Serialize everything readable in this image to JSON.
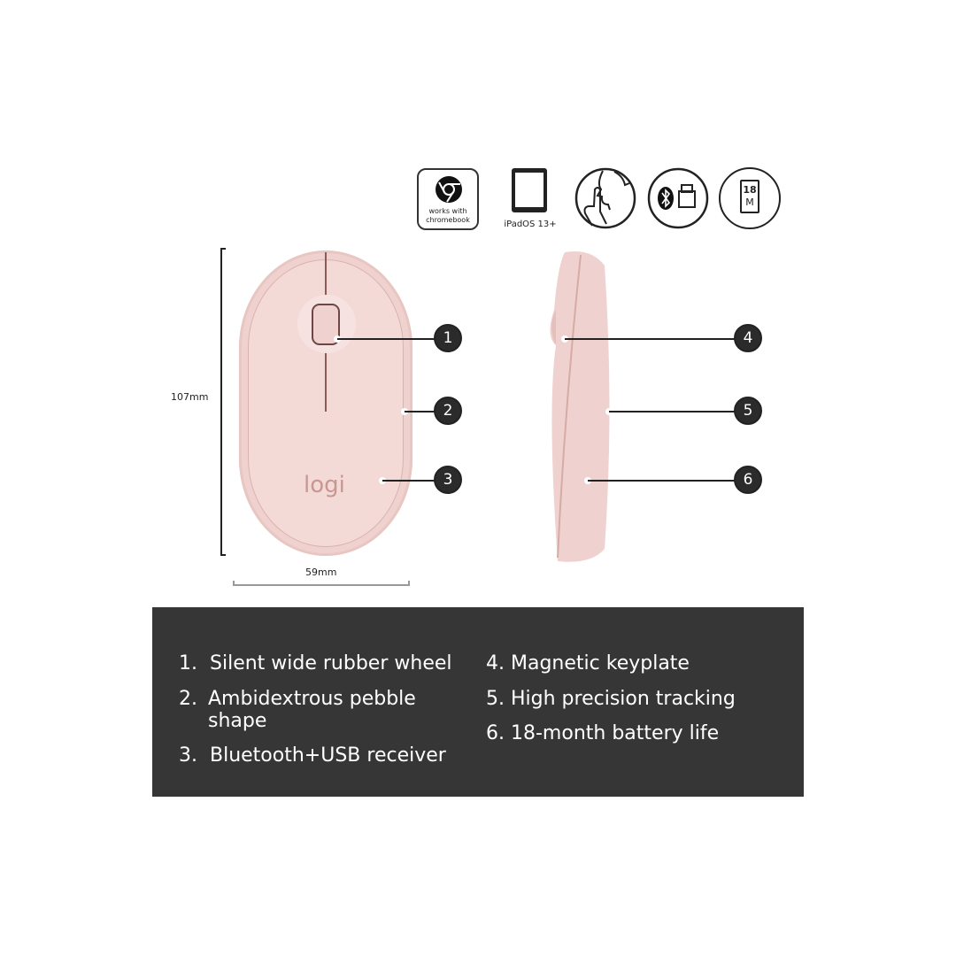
{
  "icons": {
    "chromebook": {
      "label_line1": "works with",
      "label_line2": "chromebook"
    },
    "ipad": {
      "label": "iPadOS 13+"
    },
    "silent": {
      "name": "silent-click-icon"
    },
    "connectivity": {
      "name": "bluetooth-usb-icon"
    },
    "battery": {
      "line1": "18",
      "line2": "M"
    }
  },
  "dimensions": {
    "height": "107mm",
    "width": "59mm"
  },
  "callouts": [
    "1",
    "2",
    "3",
    "4",
    "5",
    "6"
  ],
  "logo": "logi",
  "features": [
    {
      "num": "1.",
      "text": "Silent wide rubber wheel"
    },
    {
      "num": "2.",
      "text": "Ambidextrous pebble shape"
    },
    {
      "num": "3.",
      "text": "Bluetooth+USB receiver"
    },
    {
      "num": "4.",
      "text": "Magnetic keyplate"
    },
    {
      "num": "5.",
      "text": "High precision tracking"
    },
    {
      "num": "6.",
      "text": "18-month battery life"
    }
  ],
  "colors": {
    "mouse": "#f1d5d2",
    "panel": "#363636"
  }
}
